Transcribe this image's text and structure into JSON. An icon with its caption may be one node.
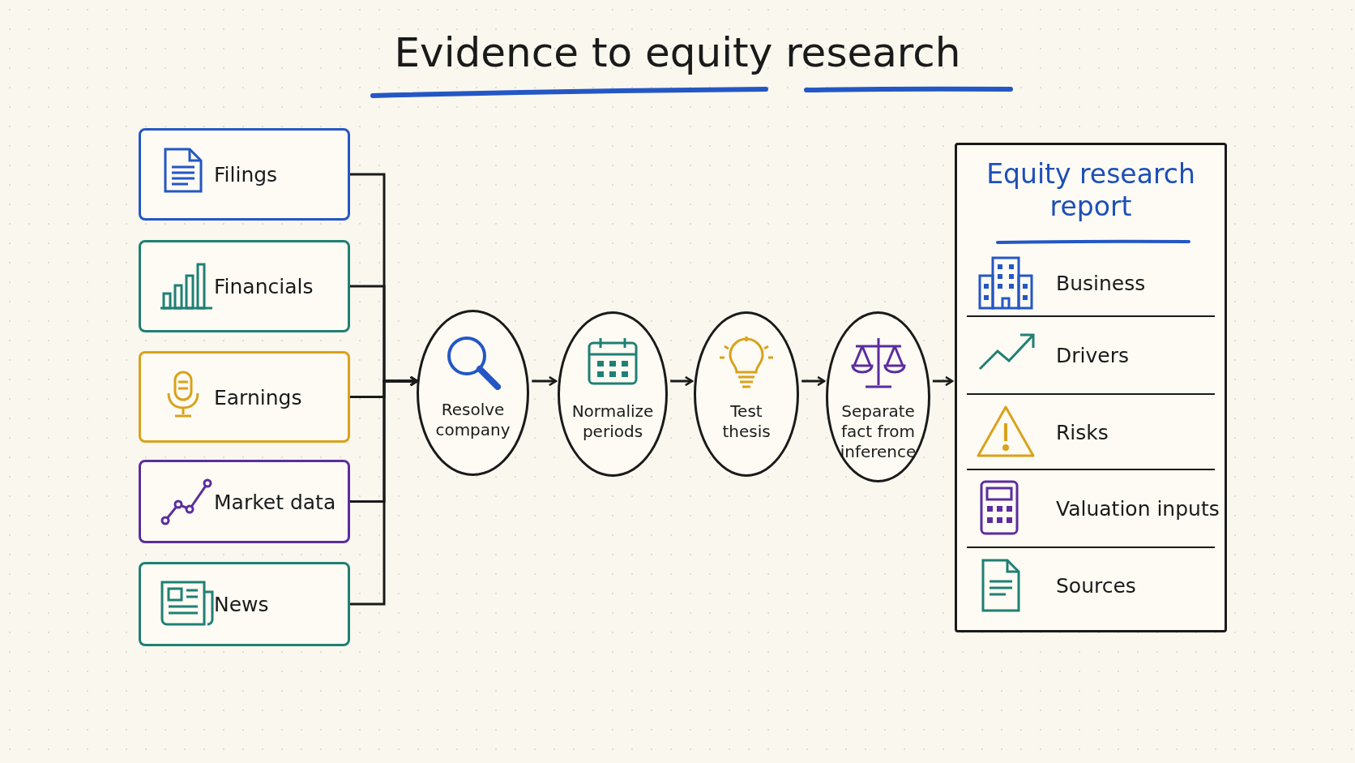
{
  "diagram": {
    "title": "Evidence to equity research",
    "nodes": [
      {
        "text": [
          "Filings"
        ]
      },
      {
        "text": [
          "Financials"
        ]
      },
      {
        "text": [
          "Earnings"
        ]
      },
      {
        "text": [
          "Market data"
        ]
      },
      {
        "text": [
          "News"
        ]
      },
      {
        "text": [
          "Resolve company"
        ]
      },
      {
        "text": [
          "Normalize periods"
        ]
      },
      {
        "text": [
          "Test thesis"
        ]
      },
      {
        "text": [
          "Separate fact from inference"
        ]
      },
      {
        "text": [
          "Equity research report"
        ]
      },
      {
        "text": [
          "Business"
        ],
        "in": 9
      },
      {
        "text": [
          "Drivers"
        ],
        "in": 9
      },
      {
        "text": [
          "Risks"
        ],
        "in": 9
      },
      {
        "text": [
          "Valuation inputs"
        ],
        "in": 9
      },
      {
        "text": [
          "Sources"
        ],
        "in": 9
      }
    ],
    "edges": [
      {
        "from": 0,
        "to": 5,
        "arrow": "to"
      },
      {
        "from": 1,
        "to": 5,
        "arrow": "to"
      },
      {
        "from": 2,
        "to": 5,
        "arrow": "to"
      },
      {
        "from": 3,
        "to": 5,
        "arrow": "to"
      },
      {
        "from": 4,
        "to": 5,
        "arrow": "to"
      },
      {
        "from": 5,
        "to": 6,
        "arrow": "to"
      },
      {
        "from": 6,
        "to": 7,
        "arrow": "to"
      },
      {
        "from": 7,
        "to": 8,
        "arrow": "to"
      },
      {
        "from": 8,
        "to": 9,
        "arrow": "to"
      }
    ]
  }
}
